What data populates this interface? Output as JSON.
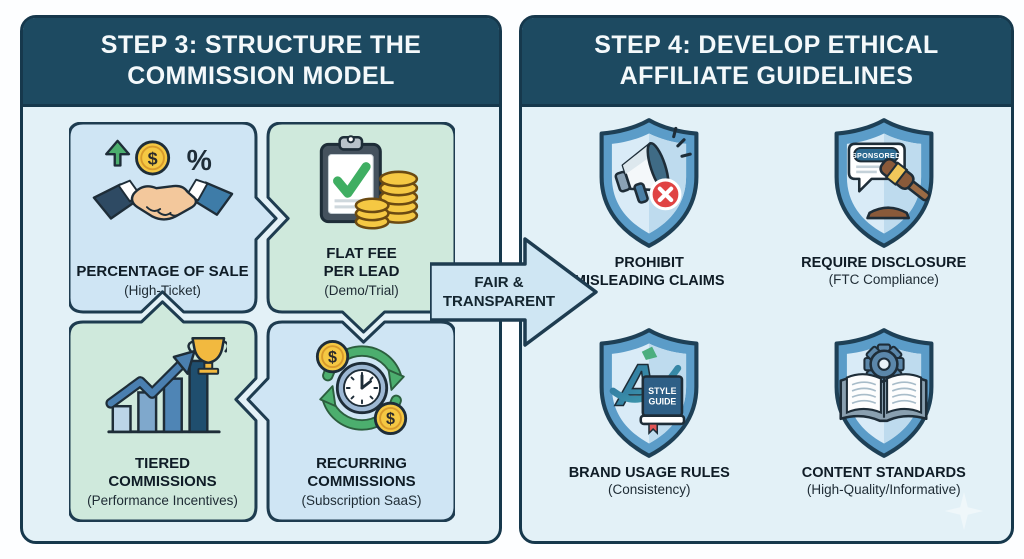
{
  "step3": {
    "title": "STEP 3: STRUCTURE THE COMMISSION MODEL",
    "pieces": [
      {
        "icon": "handshake-growth-commission-icon",
        "label": "PERCENTAGE OF SALE",
        "sublabel": "(High-Ticket)"
      },
      {
        "icon": "clipboard-check-coins-icon",
        "label": "FLAT FEE PER LEAD",
        "sublabel": "(Demo/Trial)"
      },
      {
        "icon": "tiered-bars-trophy-icon",
        "label": "TIERED COMMISSIONS",
        "sublabel": "(Performance Incentives)"
      },
      {
        "icon": "recurring-clock-coins-icon",
        "label": "RECURRING COMMISSIONS",
        "sublabel": "(Subscription SaaS)"
      }
    ]
  },
  "connector": {
    "label": "FAIR & TRANSPARENT"
  },
  "step4": {
    "title": "STEP 4: DEVELOP ETHICAL AFFILIATE GUIDELINES",
    "shields": [
      {
        "icon": "shield-megaphone-prohibit-icon",
        "label": "PROHIBIT MISLEADING CLAIMS",
        "sublabel": ""
      },
      {
        "icon": "shield-sponsored-gavel-icon",
        "label": "REQUIRE DISCLOSURE",
        "sublabel": "(FTC Compliance)",
        "tag": "SPONSORED"
      },
      {
        "icon": "shield-brand-style-guide-icon",
        "label": "BRAND USAGE RULES",
        "sublabel": "(Consistency)",
        "book_label_lines": [
          "STYLE",
          "GUIDE"
        ]
      },
      {
        "icon": "shield-book-gear-icon",
        "label": "CONTENT STANDARDS",
        "sublabel": "(High-Quality/Informative)"
      }
    ]
  },
  "icon_glyphs": {
    "dollar": "$",
    "percent": "%"
  },
  "palette": {
    "header_bg": "#1d4a61",
    "panel_border": "#16384c",
    "panel_body": "#e3f1f7",
    "piece_blue": "#cfe5f4",
    "piece_mint": "#cfe9dc",
    "arrow_fill": "#cfe6f3",
    "shield_outer": "#5b9cc8",
    "shield_inner_light": "#d9ebf7",
    "shield_inner_shade": "#bedbee",
    "accent_green": "#4cae6e",
    "coin_gold": "#f5c843",
    "alert_red": "#e04343",
    "steel_blue": "#4a7fb0"
  }
}
